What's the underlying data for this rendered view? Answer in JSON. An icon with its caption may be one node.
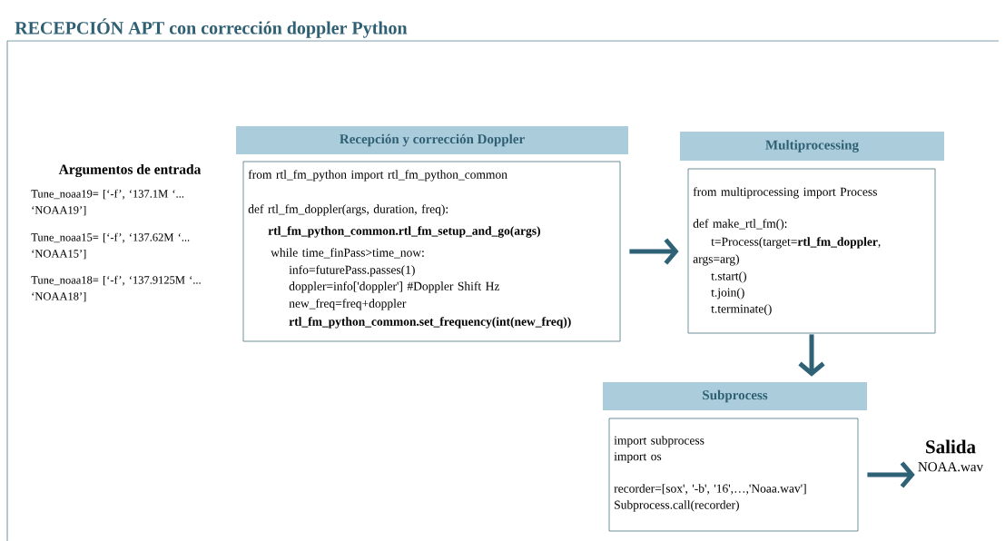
{
  "diagram": {
    "title": "RECEPCIÓN APT con corrección doppler  Python",
    "nodes": [
      {
        "text": [
          "Recepción y corrección Doppler"
        ]
      },
      {
        "text": [
          "from rtl_fm_python import rtl_fm_python_common",
          "def rtl_fm_doppler(args, duration, freq):",
          "**rtl_fm_python_common.rtl_fm_setup_and_go(args)**",
          "while time_finPass>time_now:",
          "info=futurePass.passes(1)",
          "doppler=info['doppler'] #Doppler Shift Hz",
          "new_freq=freq+doppler",
          "**rtl_fm_python_common.set_frequency(int(new_freq))**"
        ]
      },
      {
        "text": [
          "Multiprocessing"
        ]
      },
      {
        "text": [
          "from multiprocessing import Process",
          "def make_rtl_fm():",
          "t=Process(target=**rtl_fm_doppler**, args=arg)",
          "t.start()",
          "t.join()",
          "t.terminate()"
        ]
      },
      {
        "text": [
          "Subprocess"
        ]
      },
      {
        "text": [
          "import subprocess",
          "import os",
          "recorder=[sox', '-b', '16',…,'Noaa.wav']",
          "Subprocess.call(recorder)"
        ]
      },
      {
        "text": [
          "Salida",
          "NOAA.wav"
        ]
      }
    ],
    "edges": [
      {
        "from": 1,
        "to": 3,
        "arrow": "to"
      },
      {
        "from": 3,
        "to": 4,
        "arrow": "to"
      },
      {
        "from": 5,
        "to": 6,
        "arrow": "to"
      }
    ],
    "labels": [
      "Argumentos de entrada",
      "Tune_noaa19= [‘-f’, ‘137.1M ‘... ‘NOAA19’]",
      "Tune_noaa15= [‘-f’, ‘137.62M ‘... ‘NOAA15’]",
      "Tune_noaa18= [‘-f’, ‘137.9125M ‘... ‘NOAA18’]"
    ]
  }
}
